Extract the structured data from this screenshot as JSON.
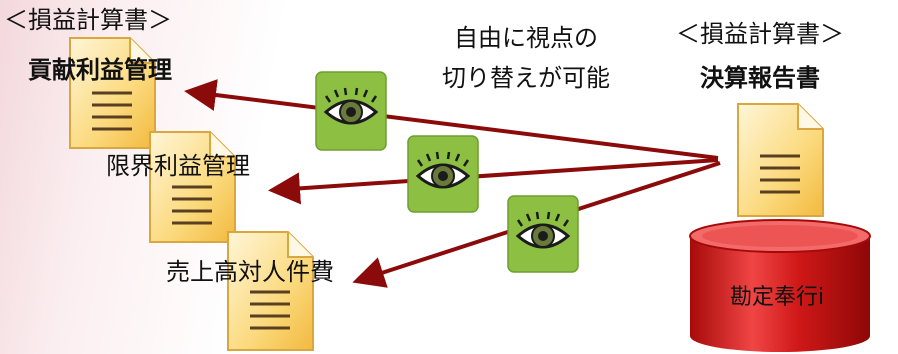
{
  "left_header": "＜損益計算書＞",
  "right_header": "＜損益計算書＞",
  "views": [
    {
      "label": "貢献利益管理"
    },
    {
      "label": "限界利益管理"
    },
    {
      "label": "売上高対人件費"
    }
  ],
  "source_label": "決算報告書",
  "center_caption": {
    "line1": "自由に視点の",
    "line2": "切り替えが可能"
  },
  "database_label": "勘定奉行i",
  "colors": {
    "arrow": "#8b0a0a",
    "eye_box": "#8cbf42",
    "document": "#f6c95a",
    "database": "#d41a1a"
  },
  "icons": [
    "document-icon",
    "eye-icon",
    "database-icon",
    "arrow-icon"
  ]
}
